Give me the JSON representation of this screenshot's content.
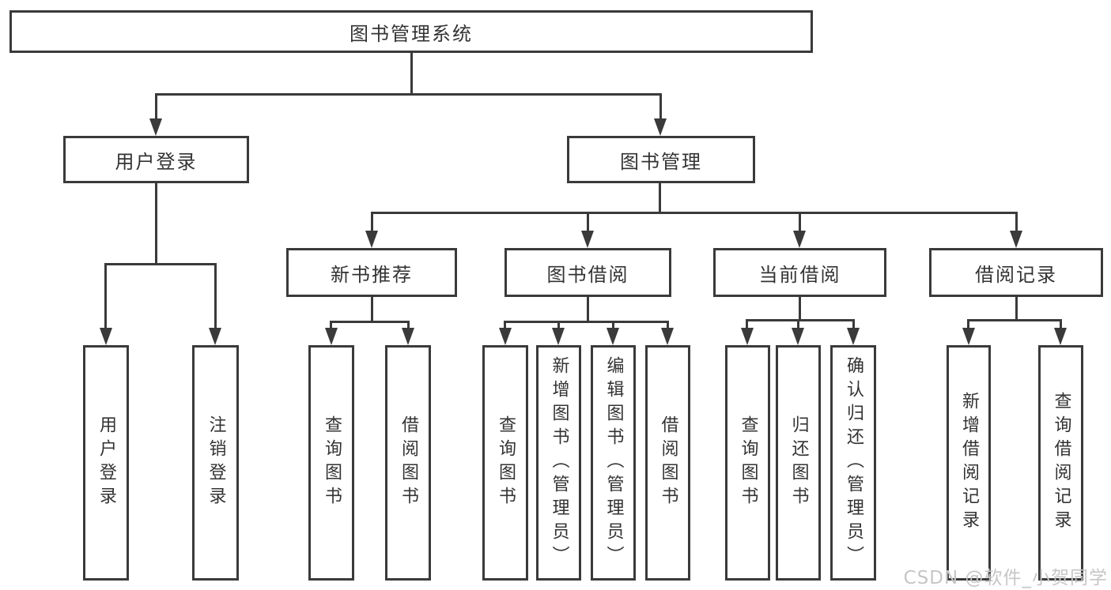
{
  "tree": {
    "root": {
      "label": "图书管理系统"
    },
    "user_login": {
      "label": "用户登录",
      "leaves": [
        "用户登录",
        "注销登录"
      ]
    },
    "book_mgmt": {
      "label": "图书管理",
      "groups": [
        {
          "label": "新书推荐",
          "leaves": [
            "查询图书",
            "借阅图书"
          ]
        },
        {
          "label": "图书借阅",
          "leaves": [
            "查询图书",
            "新增图书（管理员）",
            "编辑图书（管理员）",
            "借阅图书"
          ]
        },
        {
          "label": "当前借阅",
          "leaves": [
            "查询图书",
            "归还图书",
            "确认归还（管理员）"
          ]
        },
        {
          "label": "借阅记录",
          "leaves": [
            "新增借阅记录",
            "查询借阅记录"
          ]
        }
      ]
    }
  },
  "watermark": {
    "text": "CSDN @软件_小贺同学"
  },
  "colors": {
    "line": "#3a3a3a",
    "text": "#333333",
    "watermark": "#c6c6c6",
    "background": "#ffffff"
  }
}
